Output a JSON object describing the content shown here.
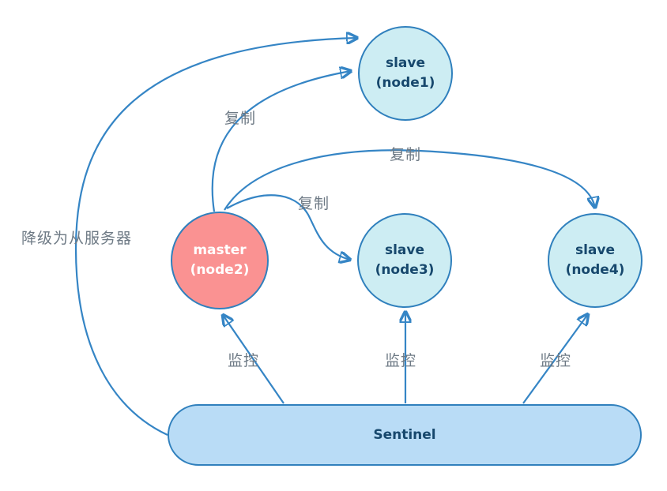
{
  "nodes": {
    "node1": {
      "line1": "slave",
      "line2": "(node1)"
    },
    "master": {
      "line1": "master",
      "line2": "(node2)"
    },
    "node3": {
      "line1": "slave",
      "line2": "(node3)"
    },
    "node4": {
      "line1": "slave",
      "line2": "(node4)"
    },
    "sentinel": {
      "label": "Sentinel"
    }
  },
  "edge_labels": {
    "replicate_to_node1": "复制",
    "replicate_to_node4": "复制",
    "replicate_to_node3": "复制",
    "demote_to_slave": "降级为从服务器",
    "monitor_master": "监控",
    "monitor_node3": "监控",
    "monitor_node4": "监控"
  },
  "colors": {
    "edge_stroke": "#3585c5",
    "slave_fill": "#cdedf3",
    "master_fill": "#fa9292",
    "sentinel_fill": "#b9dcf6",
    "node_text": "#17486d",
    "master_text": "#ffffff",
    "label_text": "#6e7a85",
    "background": "#ffffff"
  }
}
